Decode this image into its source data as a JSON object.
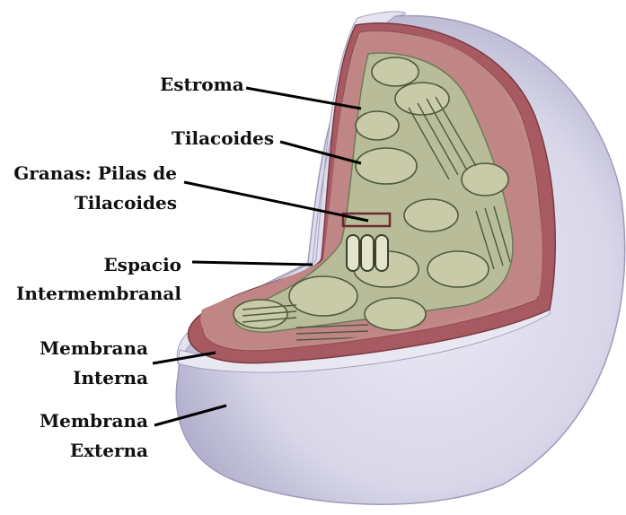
{
  "labels": {
    "estroma": "Estroma",
    "tilacoides": "Tilacoides",
    "granas_line1": "Granas: Pilas de",
    "granas_line2": "Tilacoides",
    "espacio_line1": "Espacio",
    "espacio_line2": "Intermembranal",
    "interna_line1": "Membrana",
    "interna_line2": "Interna",
    "externa_line1": "Membrana",
    "externa_line2": "Externa"
  },
  "colors": {
    "outer_membrane": "#dcdcec",
    "outer_shade": "#b8b8d4",
    "inner_membrane": "#b86c70",
    "stroma_fill": "#c48686",
    "thylakoid": "#c8caa8",
    "thylakoid_dark": "#6e7a58",
    "leader_line": "#000000"
  }
}
